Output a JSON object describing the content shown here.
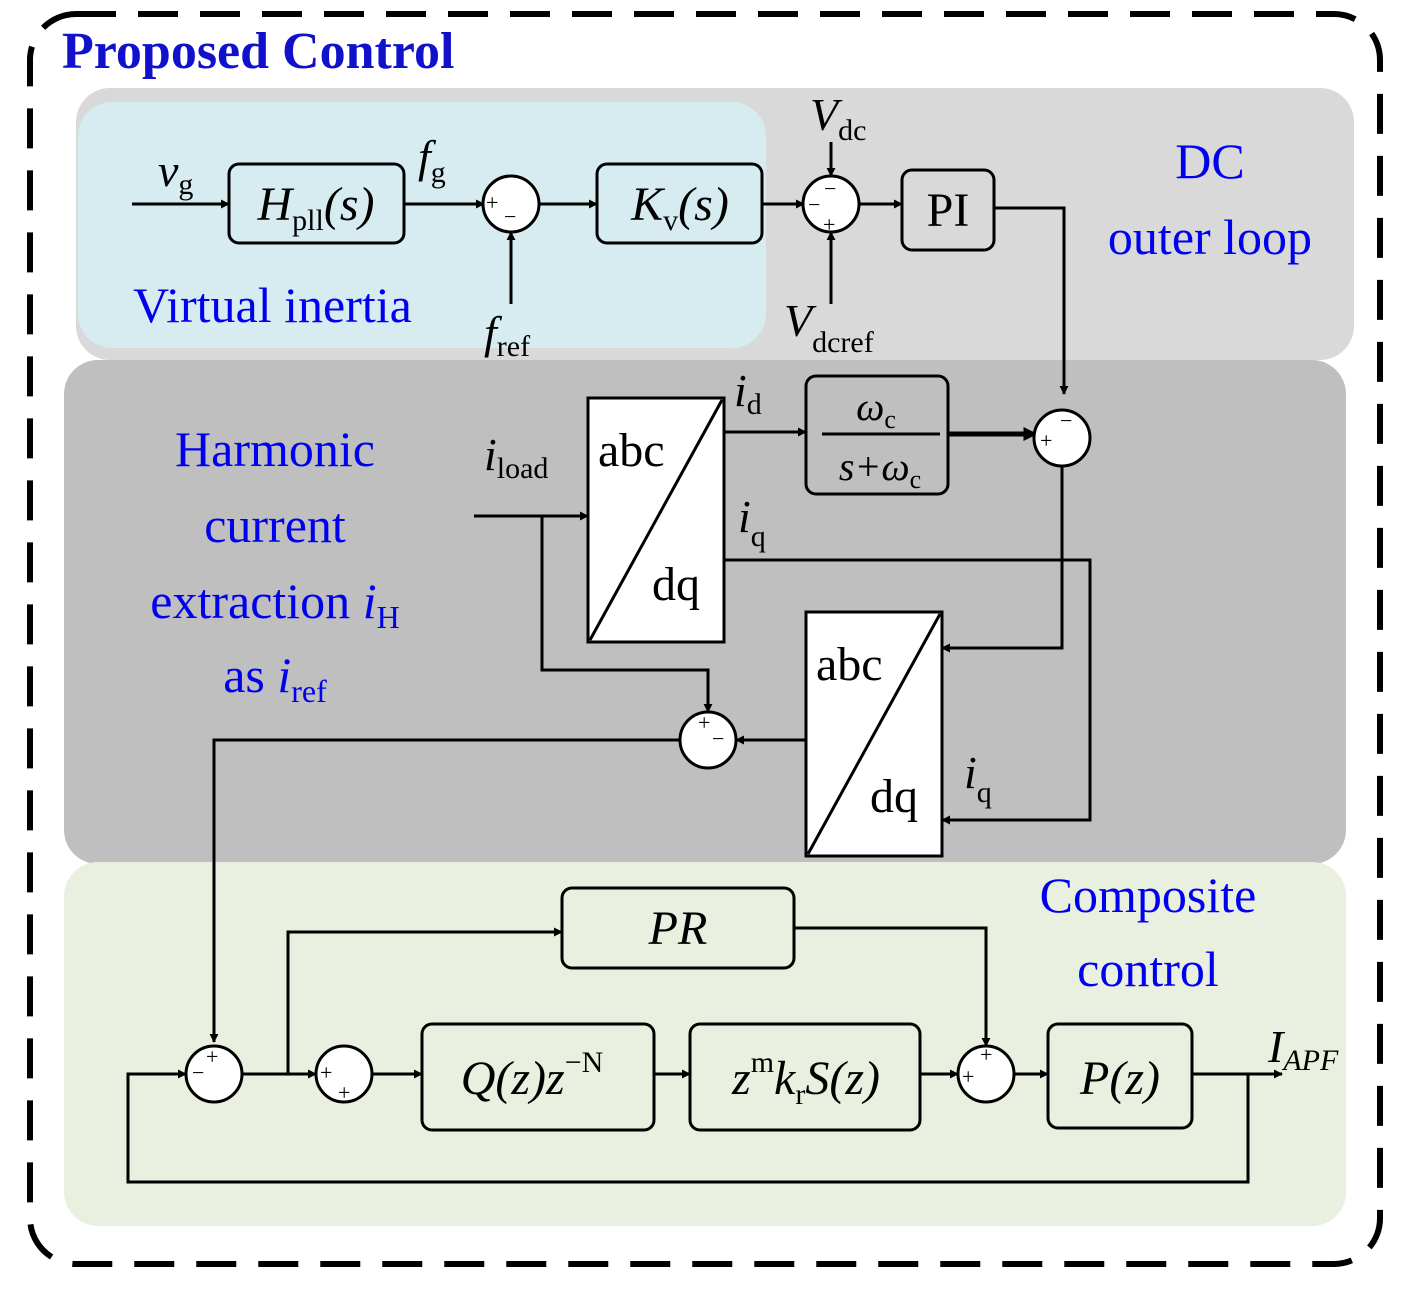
{
  "title": "Proposed Control",
  "colors": {
    "title": "#1111cc",
    "section_label": "#0000ee",
    "dc_region": "#d9d9d9",
    "virtual_inertia_region": "#d6ecf0",
    "harmonic_region": "#bfbfbf",
    "composite_region": "#e9f0df",
    "block_fill_dc": "#d9d9d9",
    "block_fill_composite": "#e9f0df",
    "transform_fill": "#ffffff",
    "line": "#000000"
  },
  "sections": {
    "virtual_inertia": "Virtual inertia",
    "dc_outer_loop": {
      "line1": "DC",
      "line2": "outer loop"
    },
    "harmonic": {
      "line1": "Harmonic",
      "line2": "current",
      "line3_text": "extraction ",
      "line3_var": "i",
      "line3_sub": "H",
      "line4_text": "as ",
      "line4_var": "i",
      "line4_sub": "ref"
    },
    "composite": {
      "line1": "Composite",
      "line2": "control"
    }
  },
  "signals": {
    "vg": {
      "main": "v",
      "sub": "g"
    },
    "fg": {
      "main": "f",
      "sub": "g"
    },
    "fref": {
      "main": "f",
      "sub": "ref"
    },
    "vdc": {
      "main": "V",
      "sub": "dc"
    },
    "vdcref": {
      "main": "V",
      "sub": "dcref"
    },
    "iload": {
      "main": "i",
      "sub": "load"
    },
    "id": {
      "main": "i",
      "sub": "d"
    },
    "iq_top": {
      "main": "i",
      "sub": "q"
    },
    "iq_bottom": {
      "main": "i",
      "sub": "q"
    },
    "iapf": {
      "main": "I",
      "sub": "APF"
    }
  },
  "blocks": {
    "hpll": {
      "main": "H",
      "sub": "pll",
      "args": "(s)"
    },
    "kv": {
      "main": "K",
      "sub": "v",
      "args": "(s)"
    },
    "pi": "PI",
    "lpf": {
      "num_main": "ω",
      "num_sub": "c",
      "den_pre": "s+ω",
      "den_sub": "c"
    },
    "transform_top": {
      "top": "abc",
      "bottom": "dq"
    },
    "transform_bottom": {
      "top": "abc",
      "bottom": "dq"
    },
    "pr": "PR",
    "qz": {
      "main": "Q(z)z",
      "sup": "−N"
    },
    "rep": {
      "pre": "z",
      "sup": "m",
      "k": "k",
      "ksub": "r",
      "post": "S(z)"
    },
    "pz": "P(z)"
  },
  "signs": {
    "plus": "+",
    "minus": "−"
  }
}
